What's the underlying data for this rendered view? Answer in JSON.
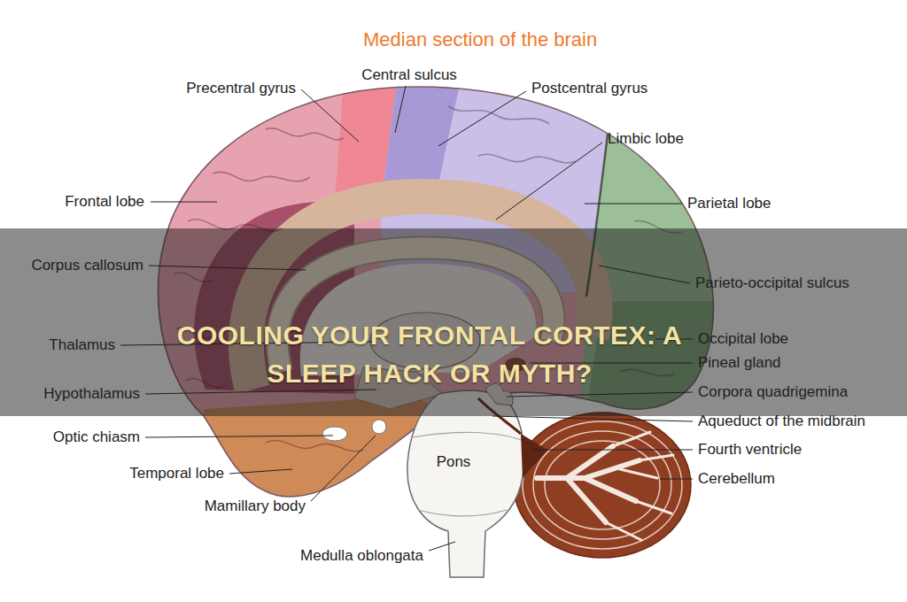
{
  "diagram": {
    "title": "Median section of the brain",
    "nodes": [
      {
        "text": [
          "COOLING YOUR FRONTAL CORTEX: A SLEEP HACK OR MYTH?"
        ]
      }
    ],
    "labels": [
      "Precentral gyrus",
      "Central sulcus",
      "Postcentral gyrus",
      "Limbic lobe",
      "Frontal lobe",
      "Parietal lobe",
      "Corpus callosum",
      "Parieto-occipital sulcus",
      "Thalamus",
      "Occipital lobe",
      "Pineal gland",
      "Hypothalamus",
      "Corpora quadrigemina",
      "Optic chiasm",
      "Aqueduct of the midbrain",
      "Pons",
      "Fourth ventricle",
      "Temporal lobe",
      "Cerebellum",
      "Mamillary body",
      "Medulla oblongata"
    ]
  }
}
